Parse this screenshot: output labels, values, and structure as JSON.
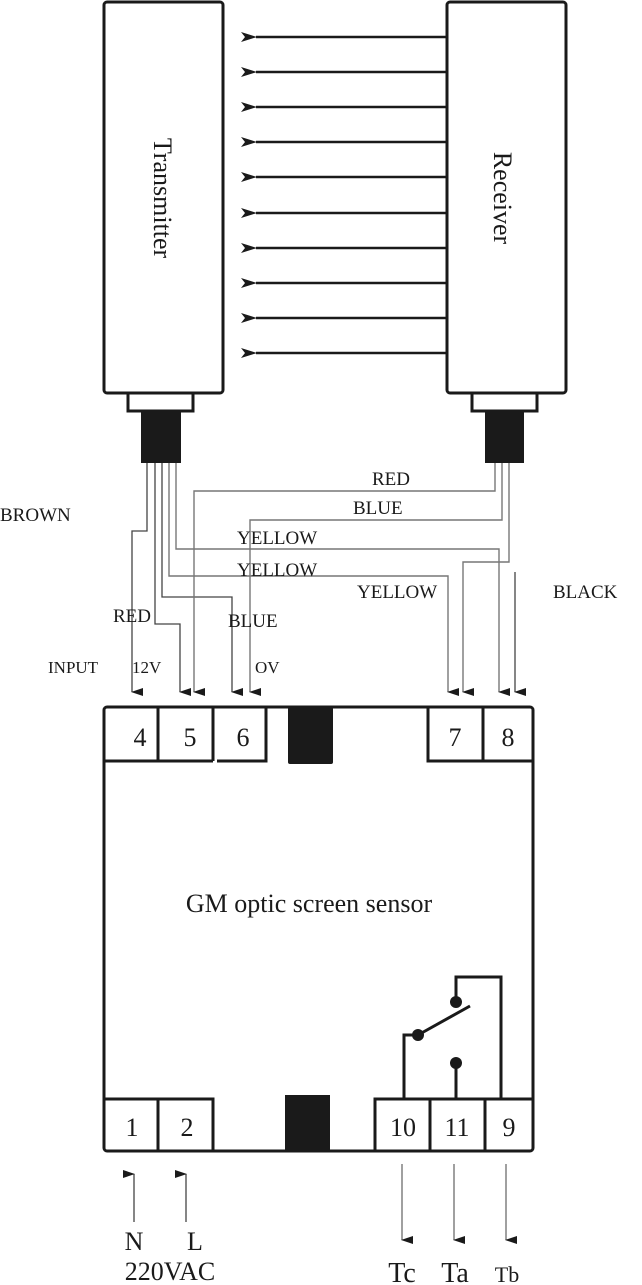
{
  "diagram": {
    "title": "GM optic screen sensor",
    "transmitter_label": "Transmitter",
    "receiver_label": "Receiver",
    "beam_count": 10,
    "wire_labels": {
      "brown": "BROWN",
      "red_tx": "RED",
      "blue_tx": "BLUE",
      "red_rx": "RED",
      "blue_rx": "BLUE",
      "yellow_1": "YELLOW",
      "yellow_2": "YELLOW",
      "yellow_3": "YELLOW",
      "black": "BLACK"
    },
    "input_labels": {
      "input": "INPUT",
      "v12": "12V",
      "ov": "OV"
    },
    "top_terminals": [
      "4",
      "5",
      "6",
      "7",
      "8"
    ],
    "bottom_terminals": [
      "1",
      "2",
      "10",
      "11",
      "9"
    ],
    "power_labels": {
      "n": "N",
      "l": "L",
      "voltage": "220VAC"
    },
    "relay_outputs": [
      "Tc",
      "Ta",
      "Tb"
    ]
  }
}
